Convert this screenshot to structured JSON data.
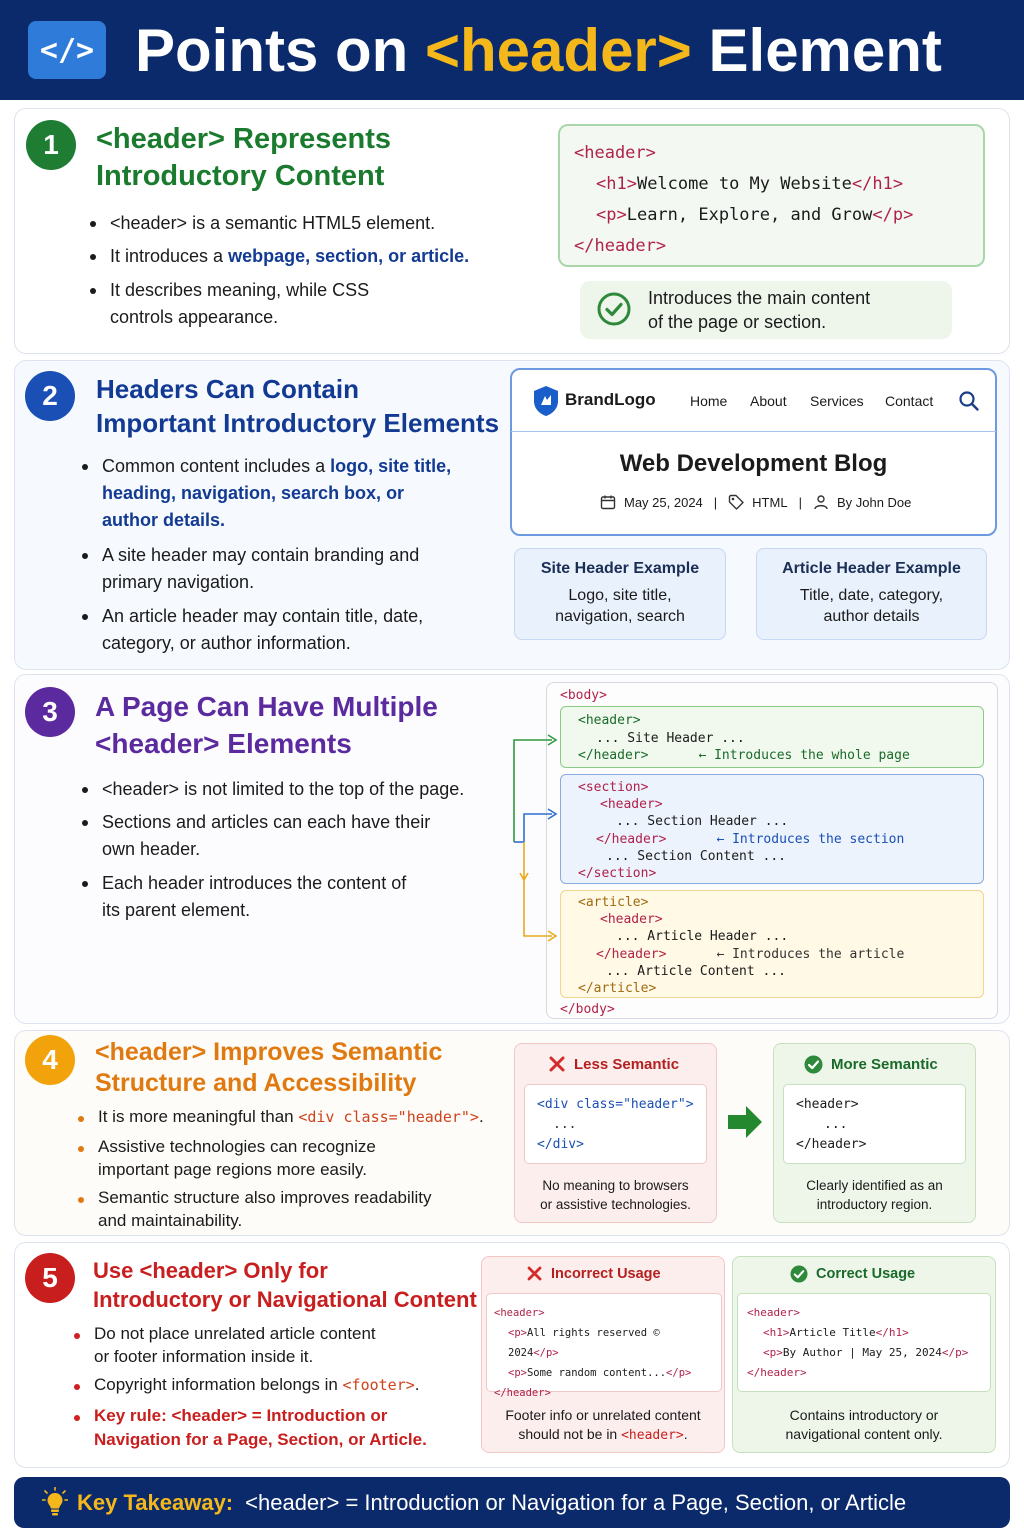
{
  "header": {
    "icon_text": "</>",
    "title_pre": "Points on ",
    "title_tag": "<header>",
    "title_post": " Element"
  },
  "s1": {
    "num": "1",
    "title_l1": "<header> Represents",
    "title_l2": "Introductory Content",
    "b1": "<header> is a semantic HTML5 element.",
    "b2_pre": "It introduces a ",
    "b2_bold": "webpage, section, or article.",
    "b3_l1": "It describes meaning, while CSS",
    "b3_l2": "controls appearance.",
    "code_l1_tag": "<header>",
    "code_l2_open": "<h1>",
    "code_l2_text": "Welcome to My Website",
    "code_l2_close": "</h1>",
    "code_l3_open": "<p>",
    "code_l3_text": "Learn, Explore, and Grow",
    "code_l3_close": "</p>",
    "code_l4_tag": "</header>",
    "note_l1": "Introduces the main content",
    "note_l2": "of the page or section."
  },
  "s2": {
    "num": "2",
    "title_l1": "Headers Can Contain",
    "title_l2": "Important Introductory Elements",
    "b1_pre": "Common content includes a ",
    "b1_bold1": "logo, site title,",
    "b1_bold2": "heading, navigation, search box, or",
    "b1_bold3": "author details.",
    "b2_l1": "A site header may contain branding and",
    "b2_l2": "primary navigation.",
    "b3_l1": "An article header may contain title, date,",
    "b3_l2": "category, or author information.",
    "mock": {
      "brand": "BrandLogo",
      "nav": [
        "Home",
        "About",
        "Services",
        "Contact"
      ],
      "blog_title": "Web Development Blog",
      "date": "May 25, 2024",
      "sep": "|",
      "tag": "HTML",
      "author": "By John Doe"
    },
    "site_example": {
      "title": "Site Header Example",
      "l1": "Logo, site title,",
      "l2": "navigation, search"
    },
    "article_example": {
      "title": "Article Header Example",
      "l1": "Title, date, category,",
      "l2": "author details"
    }
  },
  "s3": {
    "num": "3",
    "title_l1": "A Page Can Have Multiple",
    "title_l2": "<header> Elements",
    "b1": "<header> is not limited to the top of the page.",
    "b2_l1": "Sections and articles can each have their",
    "b2_l2": "own header.",
    "b3_l1": "Each header introduces the content of",
    "b3_l2": "its parent element.",
    "code": {
      "body_open": "<body>",
      "h_open": "<header>",
      "site_header": "... Site Header ...",
      "h_close": "</header>",
      "note1": "← Introduces the whole page",
      "section_open": "<section>",
      "section_header": "... Section Header ...",
      "note2": "← Introduces the section",
      "section_content": "... Section Content ...",
      "section_close": "</section>",
      "article_open": "<article>",
      "article_header": "... Article Header ...",
      "note3": "← Introduces the article",
      "article_content": "... Article Content ...",
      "article_close": "</article>",
      "body_close": "</body>"
    }
  },
  "s4": {
    "num": "4",
    "title_l1": "<header> Improves Semantic",
    "title_l2": "Structure and Accessibility",
    "b1_pre": "It is more meaningful than ",
    "b1_code": "<div class=\"header\">",
    "b1_post": ".",
    "b2_l1": "Assistive technologies can recognize",
    "b2_l2": "important page regions more easily.",
    "b3_l1": "Semantic structure also improves readability",
    "b3_l2": "and maintainability.",
    "less": {
      "title": "Less Semantic",
      "c1": "<div class=\"header\">",
      "c2": "...",
      "c3": "</div>",
      "d1": "No meaning to browsers",
      "d2": "or assistive technologies."
    },
    "more": {
      "title": "More Semantic",
      "c1": "<header>",
      "c2": "...",
      "c3": "</header>",
      "d1": "Clearly identified as an",
      "d2": "introductory region."
    }
  },
  "s5": {
    "num": "5",
    "title_l1": "Use <header> Only for",
    "title_l2": "Introductory or Navigational Content",
    "b1_l1": "Do not place unrelated article content",
    "b1_l2": "or footer information inside it.",
    "b2_pre": "Copyright information belongs in ",
    "b2_code": "<footer>",
    "b2_post": ".",
    "b3_l1": "Key rule: <header> = Introduction or",
    "b3_l2": "Navigation for a Page, Section, or Article.",
    "incorrect": {
      "title": "Incorrect Usage",
      "c1": "<header>",
      "c2_open": "<p>",
      "c2_text": "All rights reserved © 2024",
      "c2_close": "</p>",
      "c3_open": "<p>",
      "c3_text": "Some random content...",
      "c3_close": "</p>",
      "c4": "</header>",
      "d1": "Footer info or unrelated content",
      "d2_pre": "should not be in ",
      "d2_code": "<header>",
      "d2_post": "."
    },
    "correct": {
      "title": "Correct Usage",
      "c1": "<header>",
      "c2_open": "<h1>",
      "c2_text": "Article Title",
      "c2_close": "</h1>",
      "c3_open": "<p>",
      "c3_text": "By Author | May 25, 2024",
      "c3_close": "</p>",
      "c4": "</header>",
      "d1": "Contains introductory or",
      "d2": "navigational content only."
    }
  },
  "footer": {
    "label": "Key Takeaway:",
    "text": "<header> = Introduction or Navigation for a Page, Section, or Article"
  },
  "colors": {
    "navy": "#0b2a6b",
    "yellow": "#f5b81a",
    "green": "#1a7a2e",
    "blue": "#123a93",
    "purple": "#5b2a9e",
    "orange": "#e07a10",
    "red": "#c81e1e"
  }
}
